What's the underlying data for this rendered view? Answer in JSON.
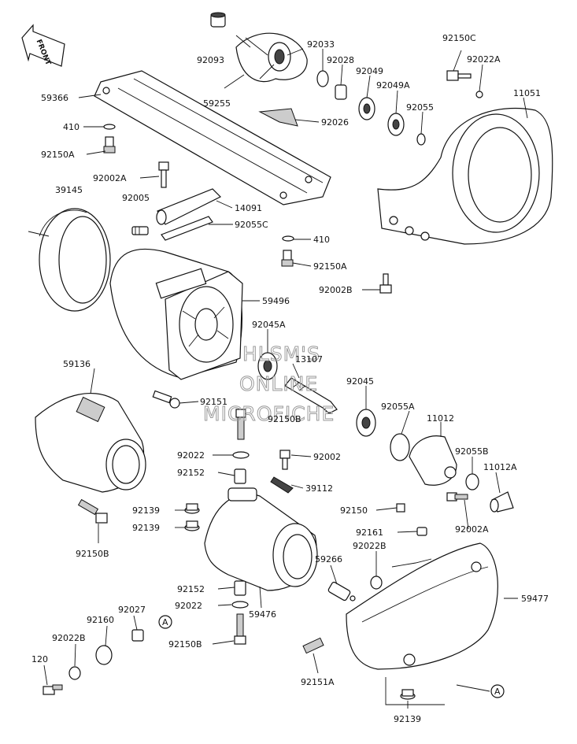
{
  "front_label": "FRONT",
  "watermark": [
    "HLSM'S",
    "ONLINE",
    "MICROFICHE"
  ],
  "callout": "A",
  "labels": [
    "92093",
    "59255",
    "92033",
    "92028",
    "92049",
    "92049A",
    "92055",
    "92150C",
    "92022A",
    "11051",
    "59366",
    "410",
    "92150A",
    "92026",
    "92002A",
    "14091",
    "39145",
    "92005",
    "92055C",
    "410",
    "92150A",
    "92002B",
    "59496",
    "92045A",
    "13107",
    "92045",
    "59136",
    "92151",
    "92150B",
    "92055A",
    "11012",
    "92055B",
    "11012A",
    "92022",
    "92002",
    "92152",
    "39112",
    "92150",
    "92002A",
    "92139",
    "92139",
    "92161",
    "92022B",
    "92150B",
    "59266",
    "59477",
    "92152",
    "92022",
    "59476",
    "92027",
    "92160",
    "92022B",
    "92150B",
    "120",
    "92151A",
    "92139"
  ]
}
